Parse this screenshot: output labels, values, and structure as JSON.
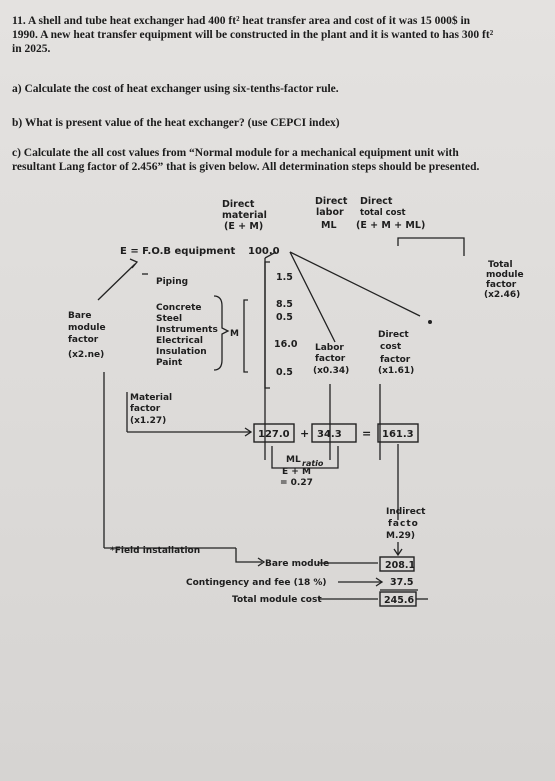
{
  "question": {
    "intro_line1": "11. A shell and tube heat exchanger had 400 ft² heat transfer area and cost of it was 15 000$ in",
    "intro_line2": "1990. A new heat transfer equipment will be constructed in the plant and it is wanted to has 300 ft²",
    "intro_line3": "in 2025.",
    "part_a": "a) Calculate the cost of heat exchanger using six-tenths-factor rule.",
    "part_b": "b) What is present value of the heat exchanger? (use CEPCI index)",
    "part_c_line1": "c) Calculate the all cost values from “Normal module for a mechanical equipment unit with",
    "part_c_line2": "resultant Lang factor of 2.456” that is given below. All determination steps should be presented."
  },
  "diagram": {
    "header_direct_material": [
      "Direct",
      "material",
      "(E + M)"
    ],
    "header_direct_labor": [
      "Direct",
      "labor",
      "ML"
    ],
    "header_direct_total": [
      "Direct",
      "total cost",
      "(E + M + ML)"
    ],
    "equipment_label": "E = F.O.B equipment",
    "equipment_value": "100.0",
    "materials": [
      {
        "label": "Piping",
        "value": "1.5"
      },
      {
        "label": "Concrete",
        "value": "8.5"
      },
      {
        "label": "Steel",
        "value": "0.5"
      },
      {
        "label": "Instruments",
        "value": ""
      },
      {
        "label": "Electrical",
        "value": "16.0"
      },
      {
        "label": "Insulation",
        "value": ""
      },
      {
        "label": "Paint",
        "value": "0.5"
      }
    ],
    "m_label": "M",
    "bare_module_factor": [
      "Bare",
      "module",
      "factor",
      "(x2.ne)"
    ],
    "material_factor": [
      "Material",
      "factor",
      "(x1.27)"
    ],
    "labor_factor": [
      "Labor",
      "factor",
      "(x0.34)"
    ],
    "direct_cost_factor": [
      "Direct",
      "cost",
      "factor",
      "(x1.61)"
    ],
    "total_module_factor": [
      "Total",
      "module",
      "factor",
      "(x2.46)"
    ],
    "box_material": "127.0",
    "plus_sign": "+",
    "box_labor": "34.3",
    "equals_sign": "=",
    "box_direct": "161.3",
    "ratio_label": [
      "ML",
      "E + M",
      "ratio",
      "= 0.27"
    ],
    "indirect_factor": [
      "Indirect",
      "facto",
      "M.29)"
    ],
    "field_installation": "*Field installation",
    "bare_module_label": "Bare module",
    "bare_module_value": "208.1",
    "contingency_label": "Contingency and fee (18 %)",
    "contingency_value": "37.5",
    "total_module_label": "Total module cost",
    "total_module_value": "245.6"
  }
}
